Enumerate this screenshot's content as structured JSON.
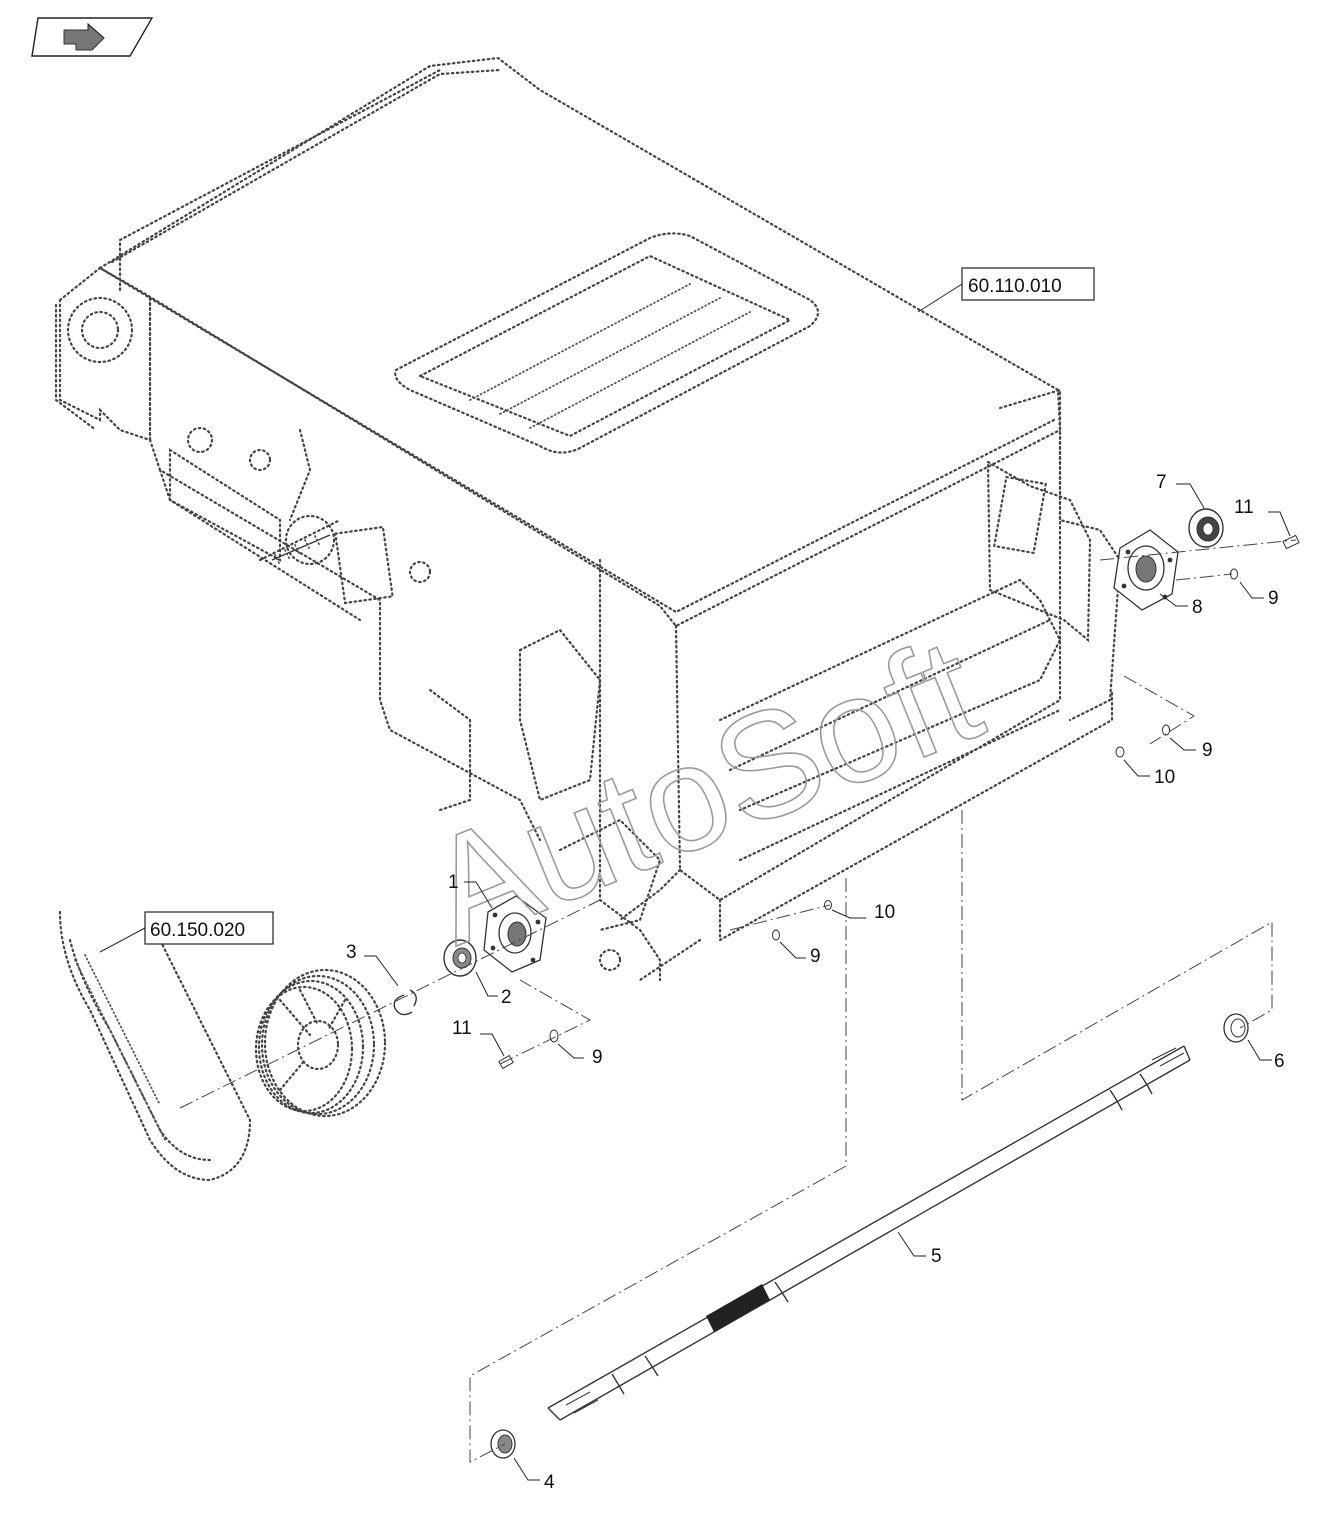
{
  "nav_icon": "arrow-icon",
  "references": {
    "frame": "60.110.010",
    "belt": "60.150.020"
  },
  "callouts": {
    "c1": "1",
    "c2": "2",
    "c3": "3",
    "c4": "4",
    "c5": "5",
    "c6": "6",
    "c7": "7",
    "c8": "8",
    "c9a": "9",
    "c9b": "9",
    "c9c": "9",
    "c9d": "9",
    "c10a": "10",
    "c10b": "10",
    "c11a": "11",
    "c11b": "11"
  },
  "watermark": "AutoSoft"
}
